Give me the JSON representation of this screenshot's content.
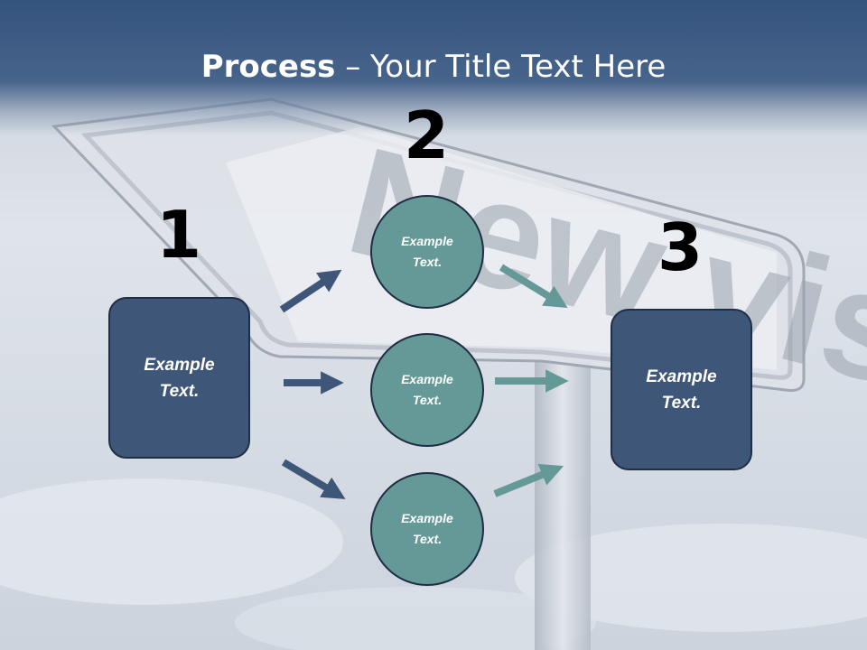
{
  "slide": {
    "title_bold": "Process",
    "title_rest": " – Your Title Text Here",
    "background_sign_text": "New vision"
  },
  "steps": {
    "step1": {
      "number": "1",
      "text": "Example\nText."
    },
    "step2": {
      "number": "2"
    },
    "step3": {
      "number": "3",
      "text": "Example\nText."
    }
  },
  "circles": [
    {
      "text": "Example\nText."
    },
    {
      "text": "Example\nText."
    },
    {
      "text": "Example\nText."
    }
  ],
  "colors": {
    "header": "#3d5a82",
    "box_fill": "#3e5677",
    "circle_fill": "#649997",
    "arrow_dark": "#3e5677",
    "arrow_teal": "#649997"
  }
}
